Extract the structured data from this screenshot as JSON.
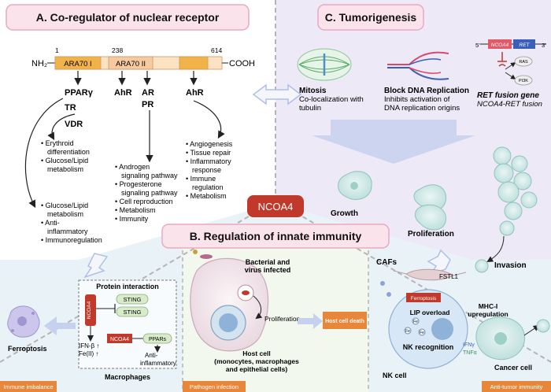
{
  "center": {
    "label": "NCOA4"
  },
  "panel_a": {
    "title": "A. Co-regulator of nuclear receptor",
    "terminal_n": "NH₂",
    "terminal_c": "COOH",
    "positions": [
      "1",
      "238",
      "614"
    ],
    "domains": [
      "ARA70 I",
      "ARA70 II"
    ],
    "receptors": [
      "PPARγ",
      "TR",
      "VDR",
      "AhR",
      "AR",
      "PR",
      "AhR"
    ],
    "functions_thyroid": [
      "Erythroid",
      "differentiation",
      "Glucose/Lipid",
      "metabolism"
    ],
    "functions_ppar": [
      "Glucose/Lipid",
      "metabolism",
      "Anti-",
      "inflammatory",
      "Immunoregulation"
    ],
    "functions_ar": [
      "Androgen",
      "signaling pathway",
      "Progesterone",
      "signaling pathway",
      "Cell reproduction",
      "Metabolism",
      "Immunity"
    ],
    "functions_ahr": [
      "Angiogenesis",
      "Tissue repair",
      "Inflammatory",
      "response",
      "Immune",
      "regulation",
      "Metabolism"
    ]
  },
  "panel_c": {
    "title": "C. Tumorigenesis",
    "mitosis_title": "Mitosis",
    "mitosis_text": [
      "Co-localization with",
      "tubulin"
    ],
    "dna_title": "Block DNA Replication",
    "dna_text": [
      "Inhibits activation of",
      "DNA replication origins"
    ],
    "gene_labels": [
      "5'",
      "NCOA4",
      "RET",
      "3'",
      "RAS",
      "PI3K"
    ],
    "ret_title": "RET fusion gene",
    "ret_text": "NCOA4-RET fusion",
    "stages": [
      "Growth",
      "Proliferation",
      "Invasion"
    ]
  },
  "panel_b": {
    "title": "B. Regulation of innate immunity",
    "macrophage": {
      "header": "Protein interaction",
      "labels": [
        "NCOA4",
        "STING",
        "STING",
        "NCOA4",
        "PPARs"
      ],
      "outputs": [
        "IFN-β ↑",
        "Fe(II) ↑",
        "Anti-",
        "inflammatory"
      ],
      "caption": "Macrophages"
    },
    "ferroptosis": "Ferroptosis",
    "infection": {
      "title": [
        "Bacterial and",
        "virus infected"
      ],
      "proliferation": "Proliferation",
      "host": [
        "Host cell",
        "(monocytes, macrophages",
        "and epithelial cells)"
      ],
      "death": "Host cell death"
    },
    "tumor": {
      "cafs": "CAFs",
      "fstl1": "FSTL1",
      "ferroptosis": "Ferroptosis",
      "lip": "LIP overload",
      "nk_recognition": "NK recognition",
      "mhc": [
        "MHC-I",
        "upregulation"
      ],
      "cytokines": [
        "IFNγ",
        "TNFα"
      ],
      "fe": "Fe",
      "nk_cell": "NK cell",
      "cancer_cell": "Cancer cell"
    },
    "tags": [
      "Immune imbalance",
      "Pathogen infection",
      "Anti-tumor immunity"
    ]
  },
  "colors": {
    "title_pink": "#fbe3ec",
    "title_border": "#e9a9c0",
    "panel_c_bg": "#ede9f7",
    "panel_b_bg": "#eaf4f8",
    "ncoa4_red": "#c0392b",
    "domain_orange": "#f2b24a",
    "domain_light": "#fbe2c2",
    "tag_orange": "#e8873a",
    "arrow_blue": "#aebfe8"
  }
}
